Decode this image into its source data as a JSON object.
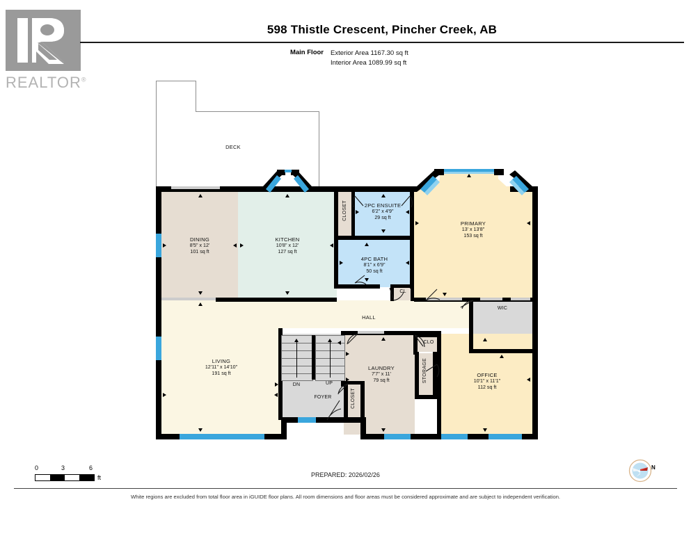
{
  "brand": {
    "logo_text": "REALTOR",
    "logo_sup": "®"
  },
  "header": {
    "title": "598 Thistle Crescent, Pincher Creek, AB",
    "floor_label": "Main Floor",
    "exterior_area": "Exterior Area 1167.30 sq ft",
    "interior_area": "Interior Area 1089.99 sq ft"
  },
  "rooms": [
    {
      "name": "DECK",
      "dims": "",
      "area": ""
    },
    {
      "name": "DINING",
      "dims": "8'5\" x 12'",
      "area": "101 sq ft"
    },
    {
      "name": "KITCHEN",
      "dims": "10'8\" x 12'",
      "area": "127 sq ft"
    },
    {
      "name": "CLOSET",
      "dims": "",
      "area": ""
    },
    {
      "name": "2PC ENSUITE",
      "dims": "6'2\" x 4'9\"",
      "area": "29 sq ft"
    },
    {
      "name": "PRIMARY",
      "dims": "13' x 13'8\"",
      "area": "153 sq ft"
    },
    {
      "name": "4PC BATH",
      "dims": "8'1\" x 6'9\"",
      "area": "50 sq ft"
    },
    {
      "name": "CL",
      "dims": "",
      "area": ""
    },
    {
      "name": "WIC",
      "dims": "",
      "area": ""
    },
    {
      "name": "HALL",
      "dims": "",
      "area": ""
    },
    {
      "name": "LIVING",
      "dims": "12'11\" x 14'10\"",
      "area": "191 sq ft"
    },
    {
      "name": "DN",
      "dims": "",
      "area": ""
    },
    {
      "name": "UP",
      "dims": "",
      "area": ""
    },
    {
      "name": "FOYER",
      "dims": "",
      "area": ""
    },
    {
      "name": "CLOSET",
      "dims": "",
      "area": ""
    },
    {
      "name": "LAUNDRY",
      "dims": "7'7\" x 11'",
      "area": "79 sq ft"
    },
    {
      "name": "CLO",
      "dims": "",
      "area": ""
    },
    {
      "name": "STORAGE",
      "dims": "",
      "area": ""
    },
    {
      "name": "OFFICE",
      "dims": "10'1\" x 11'1\"",
      "area": "112 sq ft"
    }
  ],
  "scale": {
    "t0": "0",
    "t3": "3",
    "t6": "6",
    "unit": "ft"
  },
  "compass": {
    "north_label": "N"
  },
  "footer": {
    "prepared": "PREPARED: 2026/02/26",
    "disclaimer": "White regions are excluded from total floor area in iGUIDE floor plans. All room dimensions and floor areas must be considered approximate and are subject to independent verification."
  },
  "colors": {
    "wall": "#000000",
    "window": "#3aa6dd",
    "dining_fill": "#e6ddd2",
    "kitchen_fill": "#e2efe9",
    "bath_fill": "#c3e3f8",
    "bedroom_fill": "#fcecc4",
    "hall_fill": "#fbf6e3",
    "utility_fill": "#d9d9d9"
  }
}
